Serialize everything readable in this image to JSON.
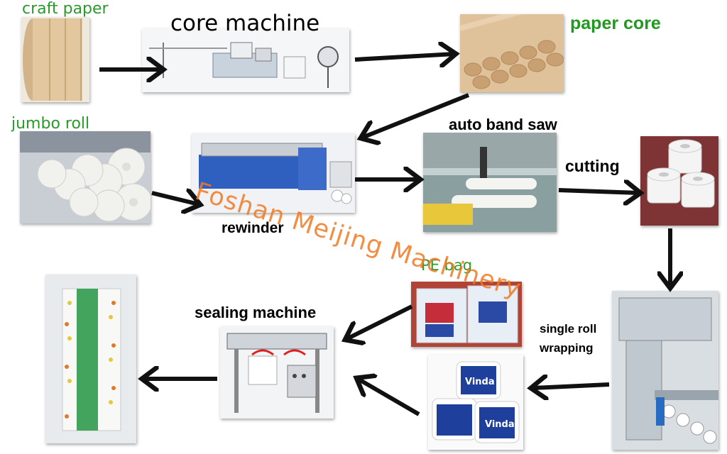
{
  "labels": {
    "craft_paper": "craft paper",
    "core_machine": "core machine",
    "paper_core": "paper core",
    "jumbo_roll": "jumbo roll",
    "auto_band_saw": "auto band saw",
    "cutting": "cutting",
    "rewinder": "rewinder",
    "pe_bag": "PE bag",
    "sealing_machine": "sealing machine",
    "single_roll_wrapping_1": "single roll",
    "single_roll_wrapping_2": "wrapping"
  },
  "watermark": "Foshan Meijing Machinery",
  "brand_on_roll": "Vinda",
  "colors": {
    "green_label": "#2a9a2a",
    "watermark": "#f07a22",
    "arrow": "#111111"
  },
  "icons": {
    "flow_arrow": "arrow-icon"
  }
}
